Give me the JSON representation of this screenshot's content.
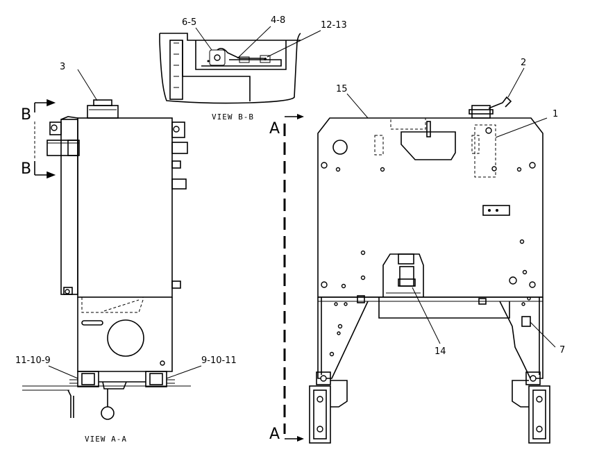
{
  "views": {
    "bb": {
      "label": "VIEW B-B"
    },
    "aa": {
      "label": "VIEW A-A"
    }
  },
  "section_markers": {
    "b_top": "B",
    "b_bottom": "B",
    "a_top": "A",
    "a_bottom": "A"
  },
  "callouts": {
    "c6_5": "6-5",
    "c4_8": "4-8",
    "c12_13": "12-13",
    "c3": "3",
    "c2": "2",
    "c15": "15",
    "c1": "1",
    "c11_10_9": "11-10-9",
    "c9_10_11": "9-10-11",
    "c14": "14",
    "c7": "7"
  }
}
